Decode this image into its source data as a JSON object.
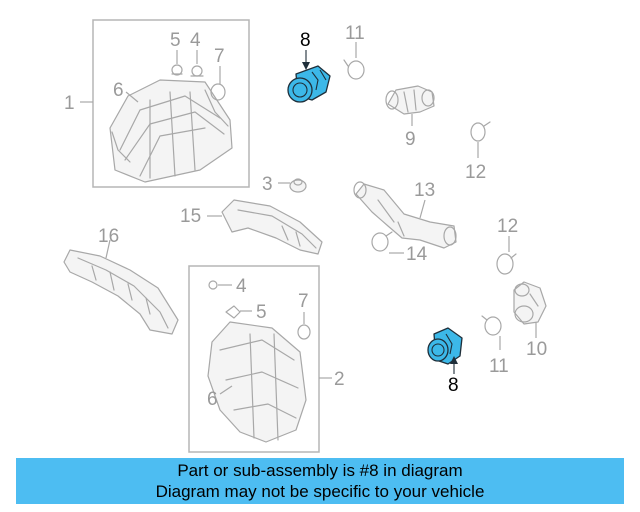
{
  "callouts": {
    "c1": "1",
    "c2": "2",
    "c3": "3",
    "c4a": "4",
    "c4b": "4",
    "c5a": "5",
    "c5b": "5",
    "c6a": "6",
    "c6b": "6",
    "c7a": "7",
    "c7b": "7",
    "c8a": "8",
    "c8b": "8",
    "c9": "9",
    "c10": "10",
    "c11a": "11",
    "c11b": "11",
    "c12a": "12",
    "c12b": "12",
    "c13": "13",
    "c14": "14",
    "c15": "15",
    "c16": "16"
  },
  "highlight_color": "#3cb8e8",
  "banner": {
    "line1": "Part or sub-assembly is #8 in diagram",
    "line2": "Diagram may not be specific to your vehicle",
    "color": "#4dbdf2"
  }
}
